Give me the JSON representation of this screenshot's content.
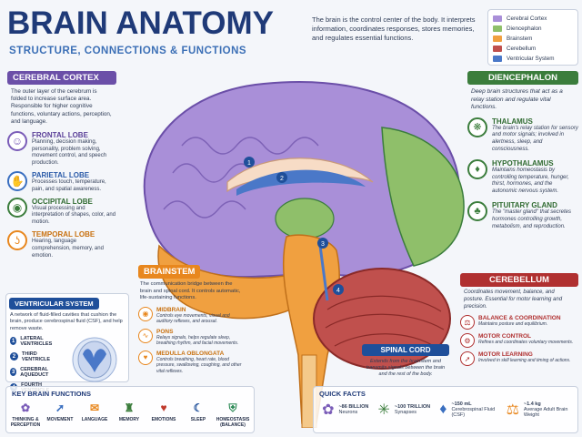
{
  "header": {
    "title": "BRAIN ANATOMY",
    "subtitle": "STRUCTURE, CONNECTIONS & FUNCTIONS",
    "intro": "The brain is the control center of the body. It interprets information, coordinates responses, stores memories, and regulates essential functions."
  },
  "legend": [
    {
      "label": "Cerebral Cortex",
      "color": "#a98fd8"
    },
    {
      "label": "Diencephalon",
      "color": "#8fbf6a"
    },
    {
      "label": "Brainstem",
      "color": "#f0a040"
    },
    {
      "label": "Cerebellum",
      "color": "#c0504d"
    },
    {
      "label": "Ventricular System",
      "color": "#4a78c8"
    }
  ],
  "cerebral_cortex": {
    "heading": "CEREBRAL CORTEX",
    "desc": "The outer layer of the cerebrum is folded to increase surface area. Responsible for higher cognitive functions, voluntary actions, perception, and language.",
    "lobes": [
      {
        "title": "FRONTAL LOBE",
        "text": "Planning, decision making, personality, problem solving, movement control, and speech production.",
        "color": "#7a5cb8",
        "icon": "person-head-icon"
      },
      {
        "title": "PARIETAL LOBE",
        "text": "Processes touch, temperature, pain, and spatial awareness.",
        "color": "#3a6fc0",
        "icon": "hand-icon"
      },
      {
        "title": "OCCIPITAL LOBE",
        "text": "Visual processing and interpretation of shapes, color, and motion.",
        "color": "#3b7d3c",
        "icon": "eye-icon"
      },
      {
        "title": "TEMPORAL LOBE",
        "text": "Hearing, language comprehension, memory, and emotion.",
        "color": "#e8871e",
        "icon": "ear-icon"
      }
    ]
  },
  "diencephalon": {
    "heading": "DIENCEPHALON",
    "desc": "Deep brain structures that act as a relay station and regulate vital functions.",
    "items": [
      {
        "title": "THALAMUS",
        "text": "The brain's relay station for sensory and motor signals; involved in alertness, sleep, and consciousness.",
        "icon": "relay-icon"
      },
      {
        "title": "HYPOTHALAMUS",
        "text": "Maintains homeostasis by controlling temperature, hunger, thirst, hormones, and the autonomic nervous system.",
        "icon": "drop-icon"
      },
      {
        "title": "PITUITARY GLAND",
        "text": "The \"master gland\" that secretes hormones controlling growth, metabolism, and reproduction.",
        "icon": "gland-icon"
      }
    ]
  },
  "brainstem": {
    "heading": "BRAINSTEM",
    "desc": "The communication bridge between the brain and spinal cord. It controls automatic, life-sustaining functions.",
    "items": [
      {
        "title": "MIDBRAIN",
        "text": "Controls eye movements, visual and auditory reflexes, and arousal.",
        "icon": "eye-icon"
      },
      {
        "title": "PONS",
        "text": "Relays signals, helps regulate sleep, breathing rhythm, and facial movements.",
        "icon": "wave-icon"
      },
      {
        "title": "MEDULLA OBLONGATA",
        "text": "Controls breathing, heart rate, blood pressure, swallowing, coughing, and other vital reflexes.",
        "icon": "heart-icon"
      }
    ]
  },
  "cerebellum": {
    "heading": "CEREBELLUM",
    "desc": "Coordinates movement, balance, and posture. Essential for motor learning and precision.",
    "items": [
      {
        "title": "BALANCE & COORDINATION",
        "text": "Maintains posture and equilibrium.",
        "icon": "balance-icon"
      },
      {
        "title": "MOTOR CONTROL",
        "text": "Refines and coordinates voluntary movements.",
        "icon": "gear-icon"
      },
      {
        "title": "MOTOR LEARNING",
        "text": "Involved in skill learning and timing of actions.",
        "icon": "runner-icon"
      }
    ]
  },
  "spinal_cord": {
    "heading": "SPINAL CORD",
    "desc": "Extends from the brainstem and transmits signals between the brain and the rest of the body."
  },
  "ventricular": {
    "heading": "VENTRICULAR SYSTEM",
    "desc": "A network of fluid-filled cavities that cushion the brain, produce cerebrospinal fluid (CSF), and help remove waste.",
    "items": [
      {
        "num": "1",
        "label": "LATERAL VENTRICLES"
      },
      {
        "num": "2",
        "label": "THIRD VENTRICLE"
      },
      {
        "num": "3",
        "label": "CEREBRAL AQUEDUCT"
      },
      {
        "num": "4",
        "label": "FOURTH VENTRICLE"
      }
    ]
  },
  "key_functions": {
    "heading": "KEY BRAIN FUNCTIONS",
    "items": [
      {
        "label": "THINKING & PERCEPTION",
        "icon": "brain-icon",
        "color": "#7a5cb8"
      },
      {
        "label": "MOVEMENT",
        "icon": "runner-icon",
        "color": "#3a6fc0"
      },
      {
        "label": "LANGUAGE",
        "icon": "speech-icon",
        "color": "#e8871e"
      },
      {
        "label": "MEMORY",
        "icon": "memory-icon",
        "color": "#3b7d3c"
      },
      {
        "label": "EMOTIONS",
        "icon": "heart-icon",
        "color": "#c0392b"
      },
      {
        "label": "SLEEP",
        "icon": "bed-icon",
        "color": "#1f4f9a"
      },
      {
        "label": "HOMEOSTASIS (BALANCE)",
        "icon": "shield-icon",
        "color": "#2e8b57"
      }
    ]
  },
  "quick_facts": {
    "heading": "QUICK FACTS",
    "items": [
      {
        "value": "~86 BILLION",
        "label": "Neurons",
        "icon": "brain-icon",
        "color": "#7a5cb8"
      },
      {
        "value": "~100 TRILLION",
        "label": "Synapses",
        "icon": "neuron-icon",
        "color": "#3b7d3c"
      },
      {
        "value": "~150 mL",
        "label": "Cerebrospinal Fluid (CSF)",
        "icon": "drop-icon",
        "color": "#3a6fc0"
      },
      {
        "value": "~1.4 kg",
        "label": "Average Adult Brain Weight",
        "icon": "scale-icon",
        "color": "#e8871e"
      }
    ]
  }
}
